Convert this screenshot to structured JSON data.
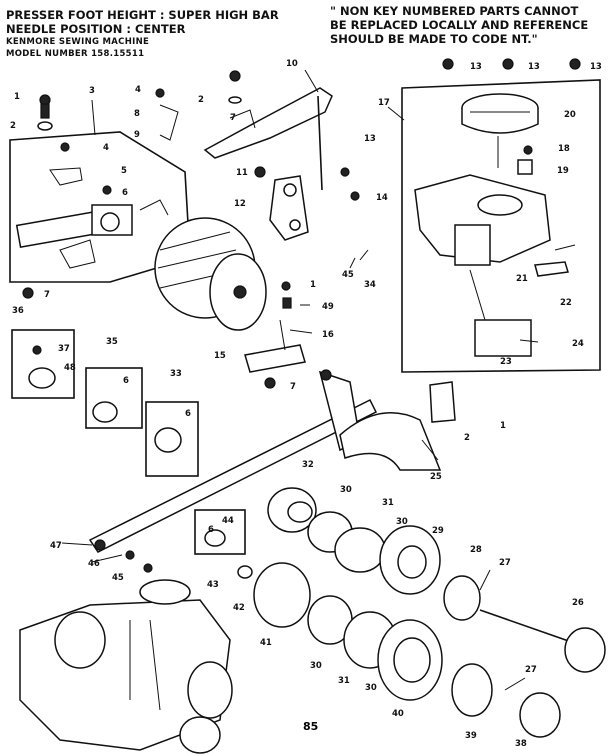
{
  "header": {
    "left_lines": [
      "PRESSER FOOT HEIGHT : SUPER HIGH BAR",
      "NEEDLE POSITION : CENTER",
      "KENMORE SEWING MACHINE",
      "MODEL NUMBER 158.15511"
    ],
    "right_lines": [
      "\" NON KEY NUMBERED PARTS CANNOT",
      "BE REPLACED LOCALLY AND REFERENCE",
      "SHOULD BE MADE TO CODE NT.\""
    ]
  },
  "callouts": [
    "1",
    "2",
    "3",
    "4",
    "5",
    "6",
    "7",
    "8",
    "9",
    "10",
    "11",
    "12",
    "13",
    "13",
    "13",
    "13",
    "14",
    "15",
    "16",
    "17",
    "18",
    "19",
    "20",
    "21",
    "22",
    "23",
    "24",
    "25",
    "26",
    "27",
    "27",
    "28",
    "29",
    "30",
    "30",
    "30",
    "30",
    "31",
    "31",
    "32",
    "33",
    "34",
    "35",
    "36",
    "37",
    "38",
    "39",
    "40",
    "41",
    "42",
    "43",
    "44",
    "45",
    "45",
    "46",
    "47",
    "48",
    "49",
    "4",
    "6",
    "6",
    "6",
    "7",
    "1",
    "2",
    "1",
    "2",
    "7"
  ],
  "page_number": "85"
}
